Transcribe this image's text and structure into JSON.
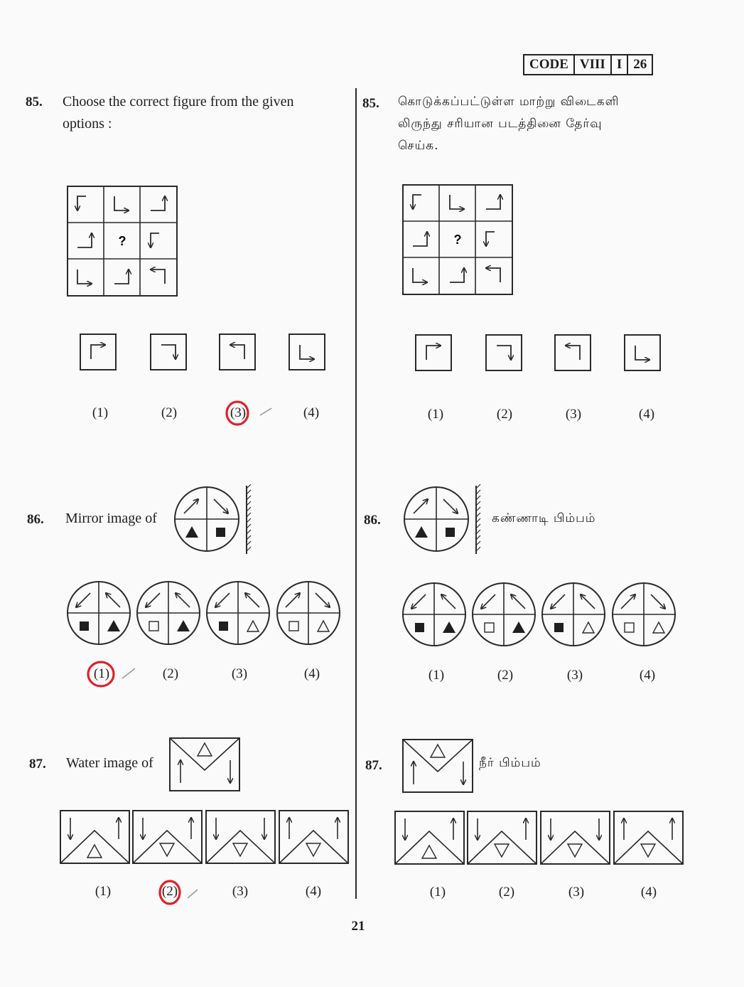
{
  "header": {
    "code": [
      "CODE",
      "VIII",
      "I",
      "26"
    ]
  },
  "page_number": "21",
  "english": {
    "q85": {
      "number": "85.",
      "text_line1": "Choose the correct figure from the given",
      "text_line2": "options :",
      "grid_center": "?",
      "options": [
        "(1)",
        "(2)",
        "(3)",
        "(4)"
      ]
    },
    "q86": {
      "number": "86.",
      "text": "Mirror image of",
      "options": [
        "(1)",
        "(2)",
        "(3)",
        "(4)"
      ]
    },
    "q87": {
      "number": "87.",
      "text": "Water image of",
      "options": [
        "(1)",
        "(2)",
        "(3)",
        "(4)"
      ]
    }
  },
  "tamil": {
    "q85": {
      "number": "85.",
      "text_line1": "கொடுக்கப்பட்டுள்ள மாற்று விடைகளி",
      "text_line2": "லிருந்து சரியான படத்தினை தேர்வு",
      "text_line3": "செய்க.",
      "grid_center": "?",
      "options": [
        "(1)",
        "(2)",
        "(3)",
        "(4)"
      ]
    },
    "q86": {
      "number": "86.",
      "text": "கண்ணாடி பிம்பம்",
      "options": [
        "(1)",
        "(2)",
        "(3)",
        "(4)"
      ]
    },
    "q87": {
      "number": "87.",
      "text": "நீர் பிம்பம்",
      "options": [
        "(1)",
        "(2)",
        "(3)",
        "(4)"
      ]
    }
  },
  "answer_marks": {
    "q85": "(3)",
    "q86": "(1)",
    "q87": "(2)",
    "mark_color": "#e0202a"
  },
  "icons": [
    "corner-arrow-icon",
    "diagonal-arrow-icon",
    "filled-square-icon",
    "filled-triangle-icon",
    "hollow-square-icon",
    "hollow-triangle-icon",
    "mirror-hatch-icon",
    "vertical-arrow-icon"
  ]
}
